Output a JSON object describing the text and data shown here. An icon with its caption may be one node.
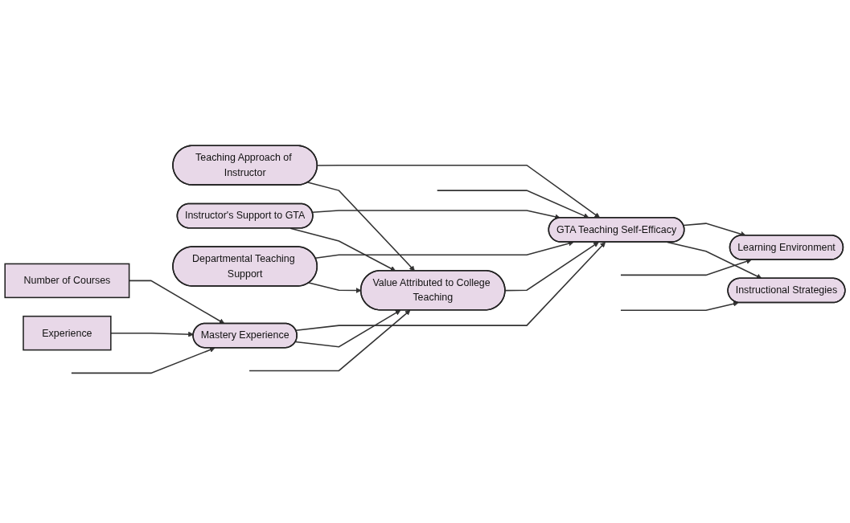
{
  "diagram": {
    "nodes": [
      {
        "text": [
          "Teaching Approach of Instructor"
        ]
      },
      {
        "text": [
          "Learning Environment"
        ]
      },
      {
        "text": [
          "Instructional Strategies"
        ]
      },
      {
        "text": [
          "Instructor's Support to GTA"
        ]
      },
      {
        "text": [
          "GTA Teaching Self-Efficacy"
        ]
      },
      {
        "text": [
          "Departmental Teaching Support"
        ]
      },
      {
        "text": [
          "Mastery Experience"
        ]
      },
      {
        "text": [
          "Value Attributed to College Teaching"
        ]
      },
      {
        "text": [
          "Number of Courses"
        ]
      },
      {
        "text": [
          "Experience"
        ]
      }
    ],
    "edges": [
      {
        "from": 0,
        "to": 4,
        "arrow": "to"
      },
      {
        "from": 0,
        "to": 7,
        "arrow": "to"
      },
      {
        "from": 3,
        "to": 4,
        "arrow": "to"
      },
      {
        "from": 3,
        "to": 7,
        "arrow": "to"
      },
      {
        "from": 5,
        "to": 4,
        "arrow": "to"
      },
      {
        "from": 5,
        "to": 7,
        "arrow": "to"
      },
      {
        "from": 8,
        "to": 6,
        "arrow": "to"
      },
      {
        "from": 9,
        "to": 6,
        "arrow": "to"
      },
      {
        "from": 6,
        "to": 4,
        "arrow": "to"
      },
      {
        "from": 6,
        "to": 7,
        "arrow": "to"
      },
      {
        "from": 7,
        "to": 4,
        "arrow": "to"
      },
      {
        "from": 4,
        "to": 1,
        "arrow": "to"
      },
      {
        "from": 4,
        "to": 2,
        "arrow": "to"
      },
      {
        "from": null,
        "to": 1,
        "arrow": "to"
      },
      {
        "from": null,
        "to": 2,
        "arrow": "to"
      },
      {
        "from": null,
        "to": 4,
        "arrow": "to"
      },
      {
        "from": null,
        "to": 6,
        "arrow": "to"
      },
      {
        "from": null,
        "to": 7,
        "arrow": "to"
      }
    ]
  }
}
